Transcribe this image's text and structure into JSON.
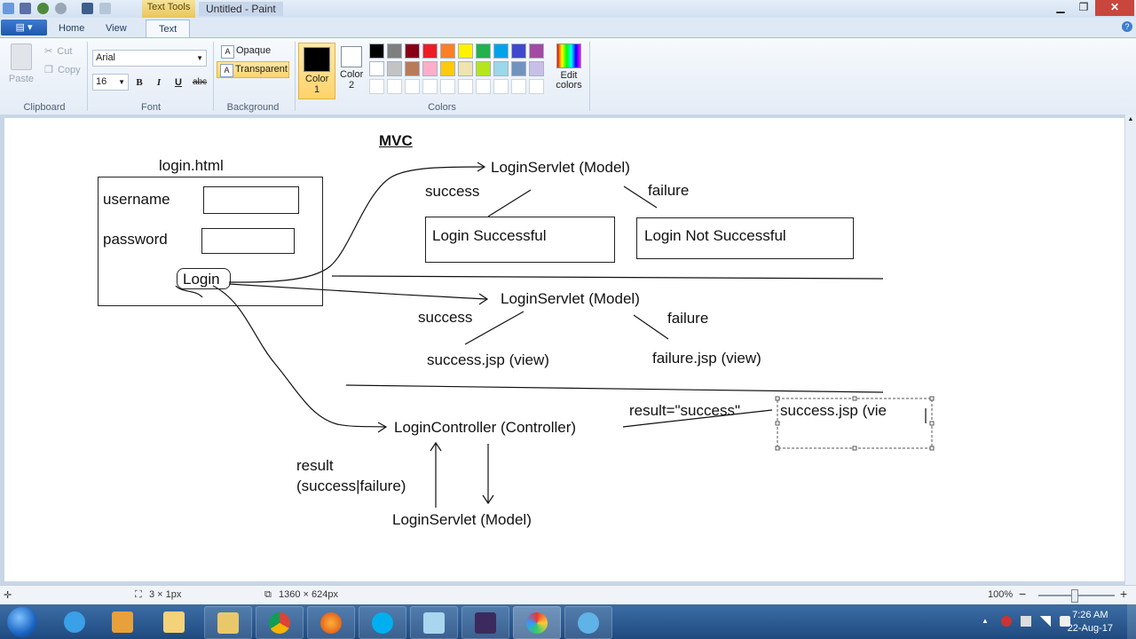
{
  "window": {
    "title": "Untitled - Paint",
    "context_tab": "Text Tools",
    "minimize": "▁",
    "maximize": "❐",
    "close": "✕"
  },
  "tabs": {
    "file": "▤ ▾",
    "home": "Home",
    "view": "View",
    "text": "Text",
    "help": "?"
  },
  "ribbon": {
    "clipboard": {
      "paste": "Paste",
      "cut": "Cut",
      "copy": "Copy",
      "label": "Clipboard"
    },
    "font": {
      "family": "Arial",
      "size": "16",
      "bold": "B",
      "italic": "I",
      "underline": "U",
      "strike": "abc",
      "label": "Font"
    },
    "background": {
      "opaque": "Opaque",
      "transparent": "Transparent",
      "label": "Background"
    },
    "colors": {
      "color1": "Color 1",
      "color2": "Color 2",
      "edit": "Edit colors",
      "label": "Colors",
      "color1_value": "#000000",
      "color2_value": "#ffffff",
      "palette": [
        "#000000",
        "#7f7f7f",
        "#880015",
        "#ed1c24",
        "#ff7f27",
        "#fff200",
        "#22b14c",
        "#00a2e8",
        "#3f48cc",
        "#a349a4",
        "#ffffff",
        "#c3c3c3",
        "#b97a57",
        "#ffaec9",
        "#ffc90e",
        "#efe4b0",
        "#b5e61d",
        "#99d9ea",
        "#7092be",
        "#c8bfe7",
        "#ffffff",
        "#ffffff",
        "#ffffff",
        "#ffffff",
        "#ffffff",
        "#ffffff",
        "#ffffff",
        "#ffffff",
        "#ffffff",
        "#ffffff"
      ]
    }
  },
  "canvas_text": {
    "mvc": "MVC",
    "login_html": "login.html",
    "username": "username",
    "password": "password",
    "login_btn": "Login",
    "servlet1": "LoginServlet (Model)",
    "success1": "success",
    "failure1": "failure",
    "login_success": "Login Successful",
    "login_not_success": "Login Not Successful",
    "servlet2": "LoginServlet (Model)",
    "success2": "success",
    "failure2": "failure",
    "success_jsp": "success.jsp (view)",
    "failure_jsp": "failure.jsp (view)",
    "controller": "LoginController (Controller)",
    "result_eq": "result=\"success\"",
    "success_jsp_typing": "success.jsp (vie",
    "result": "result",
    "result_options": "(success|failure)",
    "servlet3": "LoginServlet (Model)"
  },
  "status": {
    "selection_size": "3 × 1px",
    "canvas_size": "1360 × 624px",
    "zoom": "100%",
    "zoom_minus": "−",
    "zoom_plus": "+"
  },
  "taskbar": {
    "time": "7:26 AM",
    "date": "22-Aug-17",
    "tray_up": "▲"
  }
}
